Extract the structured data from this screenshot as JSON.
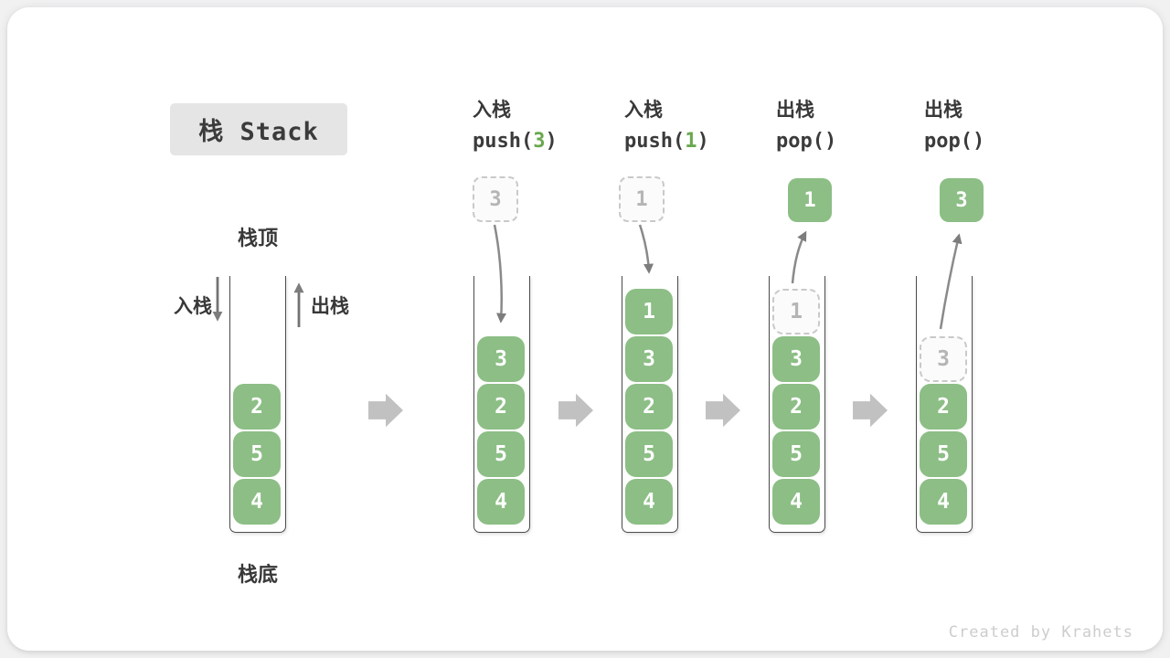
{
  "title": {
    "label": "栈 Stack"
  },
  "watermark": "Created by Krahets",
  "diagram": {
    "labels": {
      "stack_top": "栈顶",
      "stack_bottom": "栈底",
      "push": "入栈",
      "pop": "出栈"
    }
  },
  "stages": [
    {
      "name": "initial-stack",
      "stack": [
        "2",
        "5",
        "4"
      ]
    },
    {
      "name": "push-3",
      "header": {
        "op": "入栈",
        "code_pre": "push(",
        "code_arg": "3",
        "code_post": ")"
      },
      "floating": "3",
      "stack": [
        "3",
        "2",
        "5",
        "4"
      ]
    },
    {
      "name": "push-1",
      "header": {
        "op": "入栈",
        "code_pre": "push(",
        "code_arg": "1",
        "code_post": ")"
      },
      "floating": "1",
      "stack": [
        "1",
        "3",
        "2",
        "5",
        "4"
      ]
    },
    {
      "name": "pop-1",
      "header": {
        "op": "出栈",
        "code_pre": "pop(",
        "code_arg": "",
        "code_post": ")"
      },
      "floating": "1",
      "ghost": "1",
      "stack": [
        "3",
        "2",
        "5",
        "4"
      ]
    },
    {
      "name": "pop-3",
      "header": {
        "op": "出栈",
        "code_pre": "pop(",
        "code_arg": "",
        "code_post": ")"
      },
      "floating": "3",
      "ghost": "3",
      "stack": [
        "2",
        "5",
        "4"
      ]
    }
  ],
  "colors": {
    "cell_green": "#8cbe85",
    "code_arg_green": "#6aa84f",
    "ghost_border": "#c9c9c9",
    "ghost_text": "#b5b5b5",
    "stage_arrow_gray": "#c1c1c2",
    "flow_arrow_gray": "#8a8a8a",
    "title_bg": "#e5e5e5",
    "text_dark": "#3b3b3b",
    "watermark_gray": "#cdcdcd"
  }
}
